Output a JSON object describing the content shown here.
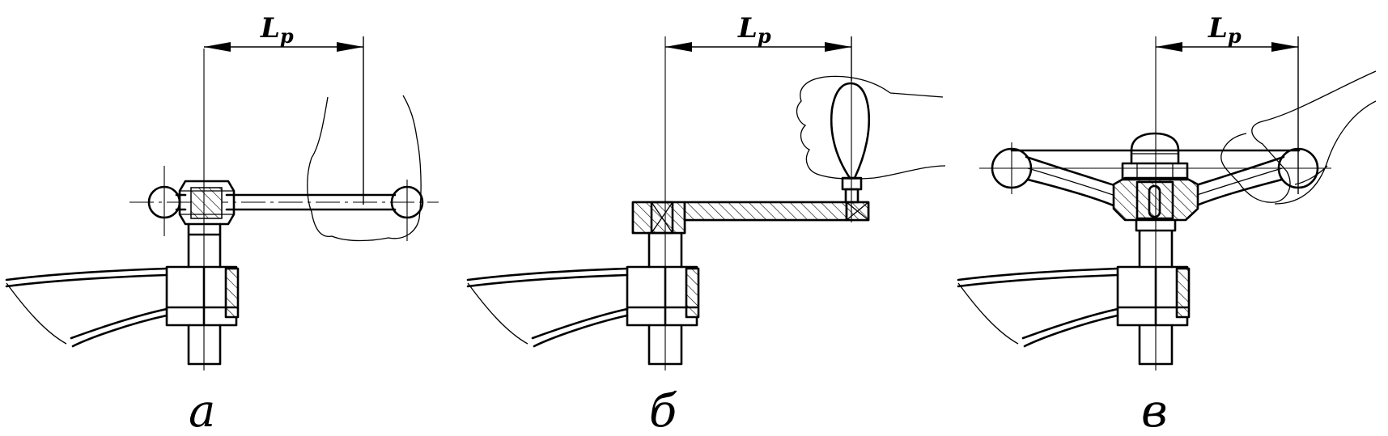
{
  "dimension_label": "Lp",
  "dimension_label_main": "L",
  "dimension_label_sub": "p",
  "panels": [
    {
      "id": "a",
      "caption": "а"
    },
    {
      "id": "b",
      "caption": "б"
    },
    {
      "id": "v",
      "caption": "в"
    }
  ]
}
